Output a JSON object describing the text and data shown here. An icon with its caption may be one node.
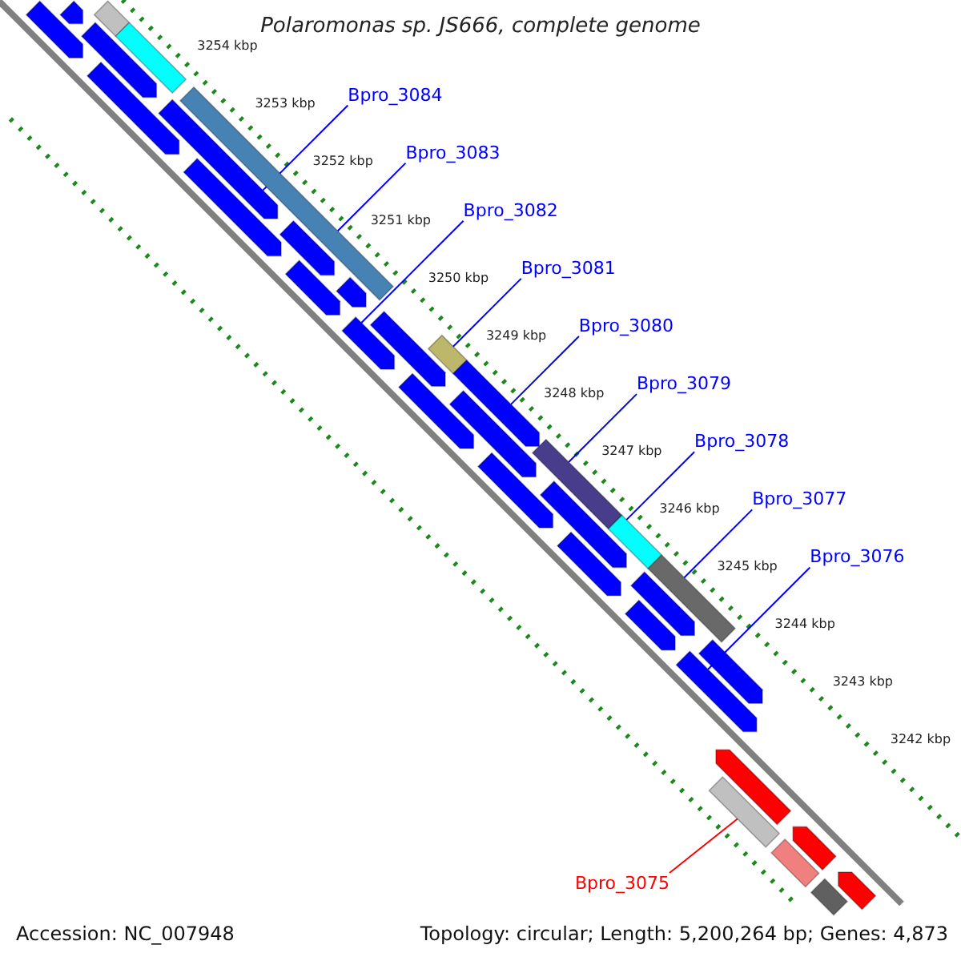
{
  "diagram": {
    "title": "Polaromonas sp. JS666, complete genome",
    "nodes": [
      {
        "text": [
          "Bpro_3084"
        ]
      },
      {
        "text": [
          "Bpro_3083"
        ]
      },
      {
        "text": [
          "Bpro_3082"
        ]
      },
      {
        "text": [
          "Bpro_3081"
        ]
      },
      {
        "text": [
          "Bpro_3080"
        ]
      },
      {
        "text": [
          "Bpro_3079"
        ]
      },
      {
        "text": [
          "Bpro_3078"
        ]
      },
      {
        "text": [
          "Bpro_3077"
        ]
      },
      {
        "text": [
          "Bpro_3076"
        ]
      },
      {
        "text": [
          "Bpro_3075"
        ]
      },
      {
        "text": [],
        "shape": "arrow"
      },
      {
        "text": [],
        "shape": "bar"
      },
      {
        "text": [],
        "shape": "arrow"
      },
      {
        "text": [],
        "shape": "bar"
      },
      {
        "text": [],
        "shape": "arrow"
      },
      {
        "text": [],
        "shape": "bar"
      },
      {
        "text": [],
        "shape": "bar"
      },
      {
        "text": [],
        "shape": "bar"
      },
      {
        "text": [],
        "shape": "arrow"
      },
      {
        "text": [],
        "shape": "bar"
      },
      {
        "text": [],
        "shape": "arrow"
      },
      {
        "text": [],
        "shape": "arrow"
      },
      {
        "text": [],
        "shape": "arrow"
      },
      {
        "text": [],
        "shape": "arrow"
      },
      {
        "text": [],
        "shape": "arrow"
      },
      {
        "text": [],
        "shape": "arrow"
      },
      {
        "text": [],
        "shape": "arrow"
      },
      {
        "text": [],
        "shape": "arrow"
      },
      {
        "text": [],
        "shape": "arrow"
      },
      {
        "text": [],
        "shape": "arrow"
      },
      {
        "text": [],
        "shape": "arrow"
      },
      {
        "text": [],
        "shape": "arrow"
      },
      {
        "text": [],
        "shape": "arrow"
      },
      {
        "text": [],
        "shape": "arrow"
      },
      {
        "text": [],
        "shape": "arrow"
      },
      {
        "text": [],
        "shape": "arrow"
      },
      {
        "text": [],
        "shape": "arrow"
      },
      {
        "text": [],
        "shape": "bar"
      },
      {
        "text": [],
        "shape": "bar"
      },
      {
        "text": [],
        "shape": "arrow"
      },
      {
        "text": [],
        "shape": "arrow"
      },
      {
        "text": [],
        "shape": "arrow"
      },
      {
        "text": [],
        "shape": "bar"
      },
      {
        "text": [],
        "shape": "bar"
      }
    ],
    "edges": [
      {
        "from": 0,
        "to": 10,
        "arrow": "none"
      },
      {
        "from": 1,
        "to": 11,
        "arrow": "none"
      },
      {
        "from": 2,
        "to": 12,
        "arrow": "none"
      },
      {
        "from": 3,
        "to": 13,
        "arrow": "none"
      },
      {
        "from": 4,
        "to": 14,
        "arrow": "none"
      },
      {
        "from": 5,
        "to": 15,
        "arrow": "none"
      },
      {
        "from": 6,
        "to": 16,
        "arrow": "none"
      },
      {
        "from": 7,
        "to": 17,
        "arrow": "none"
      },
      {
        "from": 8,
        "to": 18,
        "arrow": "none"
      },
      {
        "from": 9,
        "to": 19,
        "arrow": "none",
        "color": "#ff0000"
      }
    ],
    "labels": [
      "3254 kbp",
      "3253 kbp",
      "3252 kbp",
      "3251 kbp",
      "3250 kbp",
      "3249 kbp",
      "3248 kbp",
      "3247 kbp",
      "3246 kbp",
      "3245 kbp",
      "3244 kbp",
      "3243 kbp",
      "3242 kbp",
      "Accession: NC_007948",
      "Topology: circular; Length: 5,200,264 bp; Genes: 4,873"
    ]
  }
}
